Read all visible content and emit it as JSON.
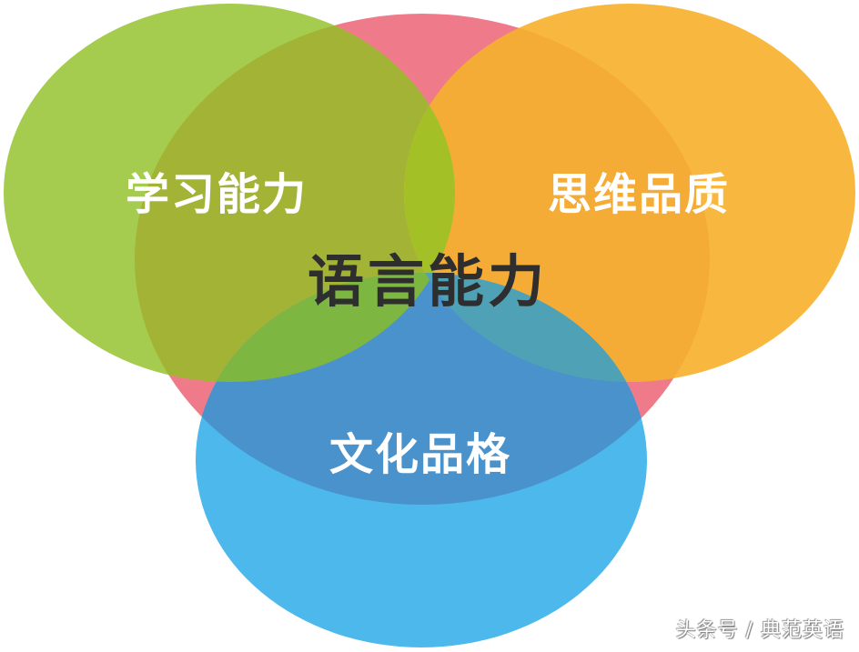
{
  "diagram": {
    "type": "venn",
    "center_label": "语言能力",
    "circles": [
      {
        "id": "thinking",
        "label": "思维品质",
        "color": "#F8B33C"
      },
      {
        "id": "learning",
        "label": "学习能力",
        "color": "#A5CC4F"
      },
      {
        "id": "language",
        "label": "",
        "color": "#EF7B8A"
      },
      {
        "id": "culture",
        "label": "文化品格",
        "color": "#4DB8EC"
      }
    ],
    "overlap_colors": {
      "green_red": "#A2B336",
      "orange_red": "#F4A93A",
      "blue_red": "#4A92CB",
      "green_orange": "#A4C127",
      "green_blue": "#7DB640",
      "orange_blue": "#4FA1B6"
    }
  },
  "labels": {
    "learning": "学习能力",
    "thinking": "思维品质",
    "culture": "文化品格",
    "center": "语言能力"
  },
  "watermark": "头条号 / 典范英语"
}
